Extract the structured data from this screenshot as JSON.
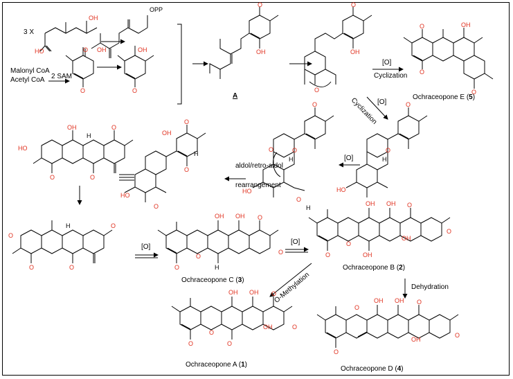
{
  "reagents": {
    "three_x": "3 X",
    "sam": "2 SAM",
    "malonyl": "Malonyl CoA",
    "acetyl": "Acetyl CoA",
    "opp": "OPP"
  },
  "intermediate": {
    "label": "A"
  },
  "steps": {
    "oxidation": "[O]",
    "cyclization_1": "Cyclization",
    "cyclization_2": "Cyclization",
    "aldol": "aldol/retro-aldol",
    "rearrangement": "rearrangement",
    "o_methylation": "O-Methylation",
    "dehydration": "Dehydration"
  },
  "compounds": {
    "e": {
      "name": "Ochraceopone E",
      "num": "5"
    },
    "c": {
      "name": "Ochraceopone C",
      "num": "3"
    },
    "b": {
      "name": "Ochraceopone B",
      "num": "2"
    },
    "a": {
      "name": "Ochraceopone A",
      "num": "1"
    },
    "d": {
      "name": "Ochraceopone D",
      "num": "4"
    }
  },
  "atoms": {
    "O": "O",
    "OH": "OH",
    "HO": "HO",
    "H": "H",
    "Hbold": "H"
  },
  "colors": {
    "oxygen": "#e0301e",
    "bond": "#000000",
    "frame": "#000000"
  }
}
